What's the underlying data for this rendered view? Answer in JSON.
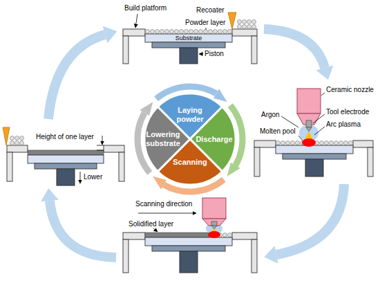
{
  "diagram": {
    "nodes": [
      {
        "text": [
          "Laying powder"
        ]
      },
      {
        "text": [
          "Lowering substrate"
        ]
      },
      {
        "text": [
          "Discharge"
        ]
      },
      {
        "text": [
          "Scanning"
        ]
      }
    ],
    "labels": [
      "Build platform",
      "Recoater",
      "Powder layer",
      "Substrate",
      "Piston",
      "Ceramic nozzle",
      "Argon",
      "Tool electrode",
      "Arc plasma",
      "Molten pool",
      "Scanning direction",
      "Solidified layer",
      "Height of one layer",
      "Lower"
    ]
  }
}
